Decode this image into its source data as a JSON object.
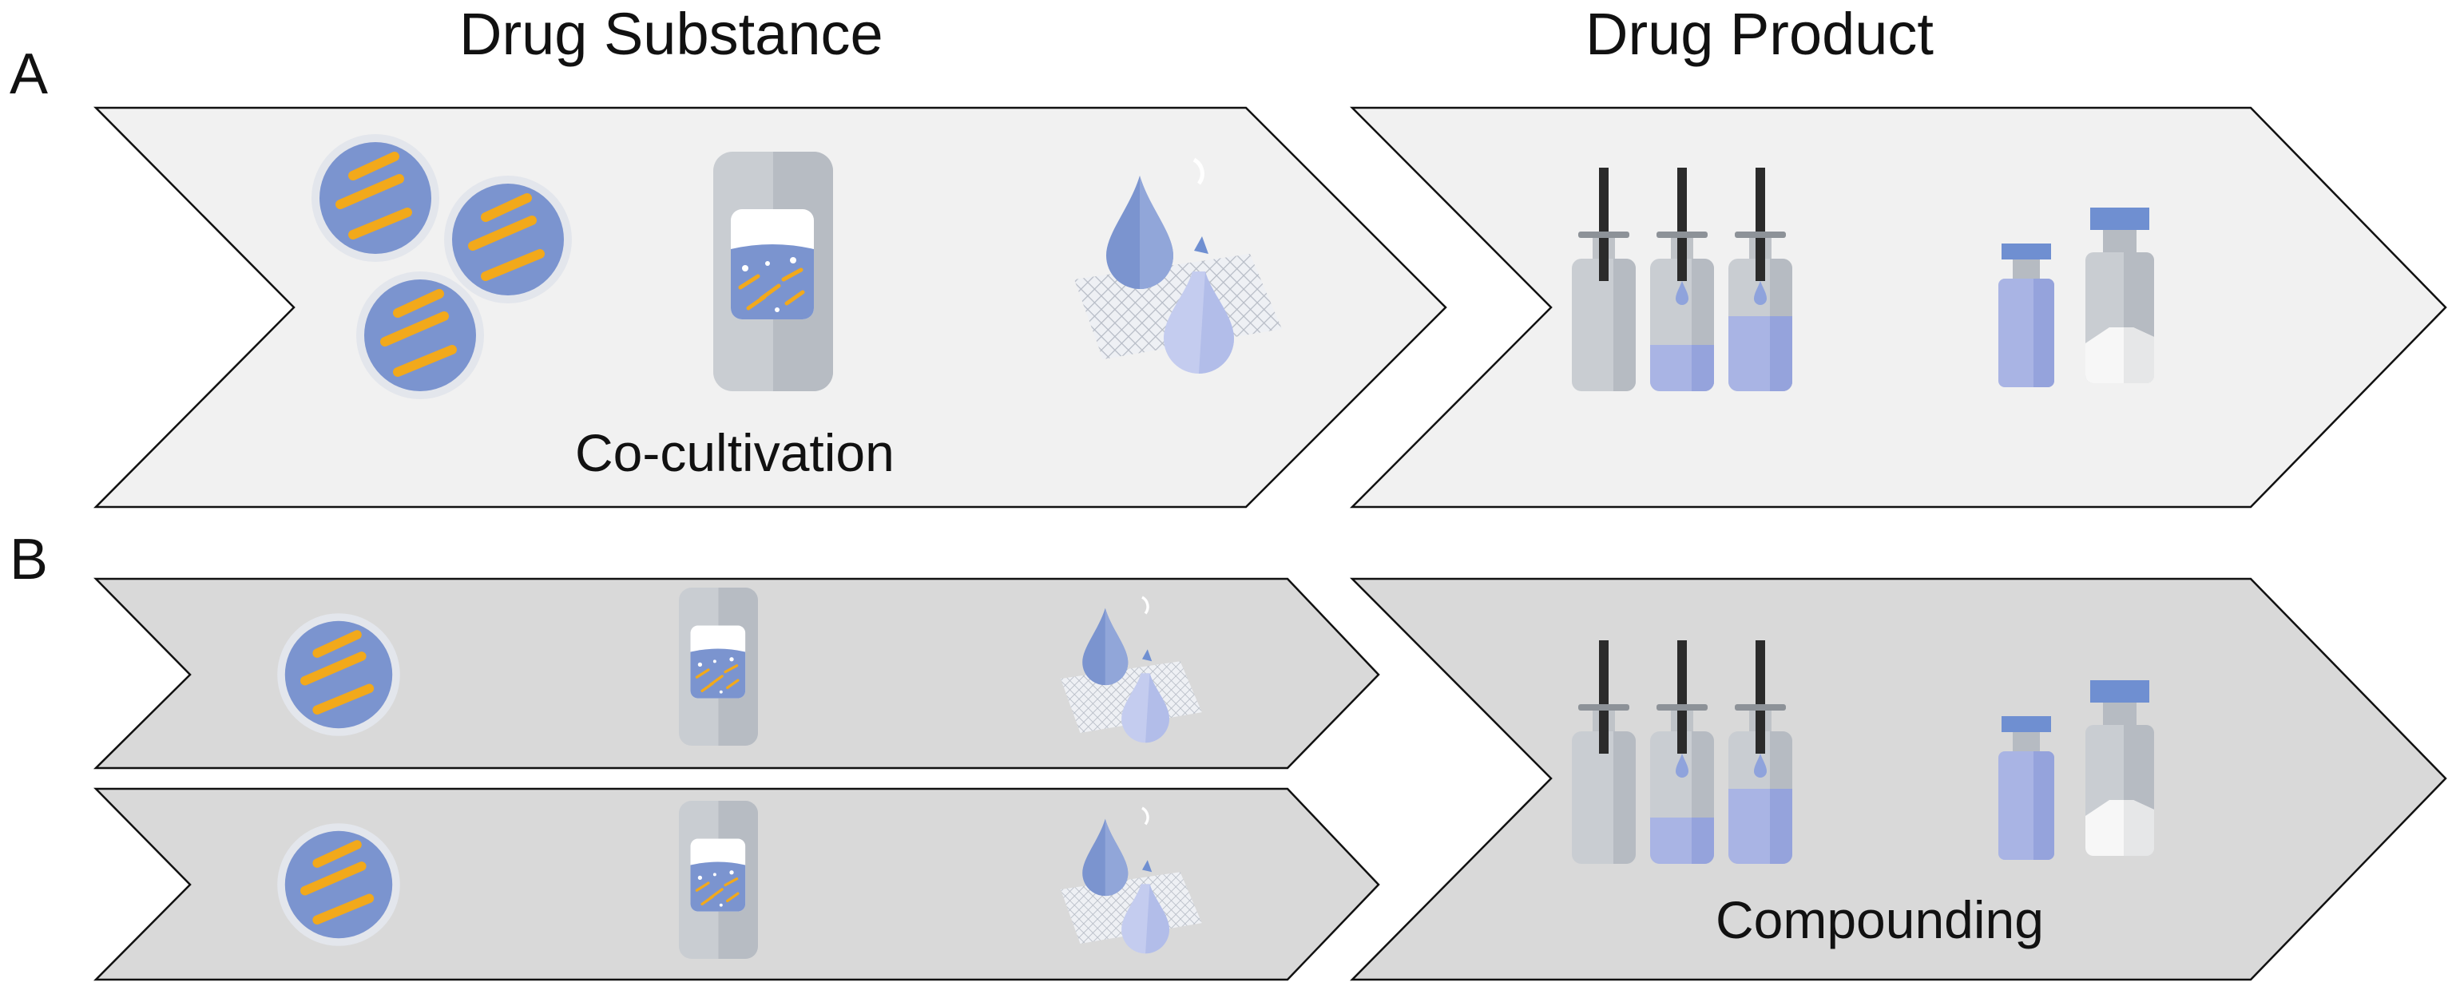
{
  "headers": {
    "drug_substance": "Drug Substance",
    "drug_product": "Drug Product"
  },
  "panels": {
    "a": {
      "label": "A",
      "substance_caption": "Co-cultivation"
    },
    "b": {
      "label": "B",
      "product_caption": "Compounding"
    }
  },
  "colors": {
    "panel_a_fill": "#f1f1f1",
    "panel_b_fill": "#d9d9d9",
    "dish_blue": "#7b94cf",
    "bacteria_orange": "#f2a91b",
    "bottle_gray": "#c9cdd2",
    "liquid_lavender": "#a9b4e4",
    "cap_blue": "#6f8fd1"
  },
  "icons": [
    "petri-dish-icon",
    "bioreactor-icon",
    "filtration-drops-icon",
    "syringe-vial-icon",
    "small-vial-icon",
    "large-vial-icon"
  ]
}
